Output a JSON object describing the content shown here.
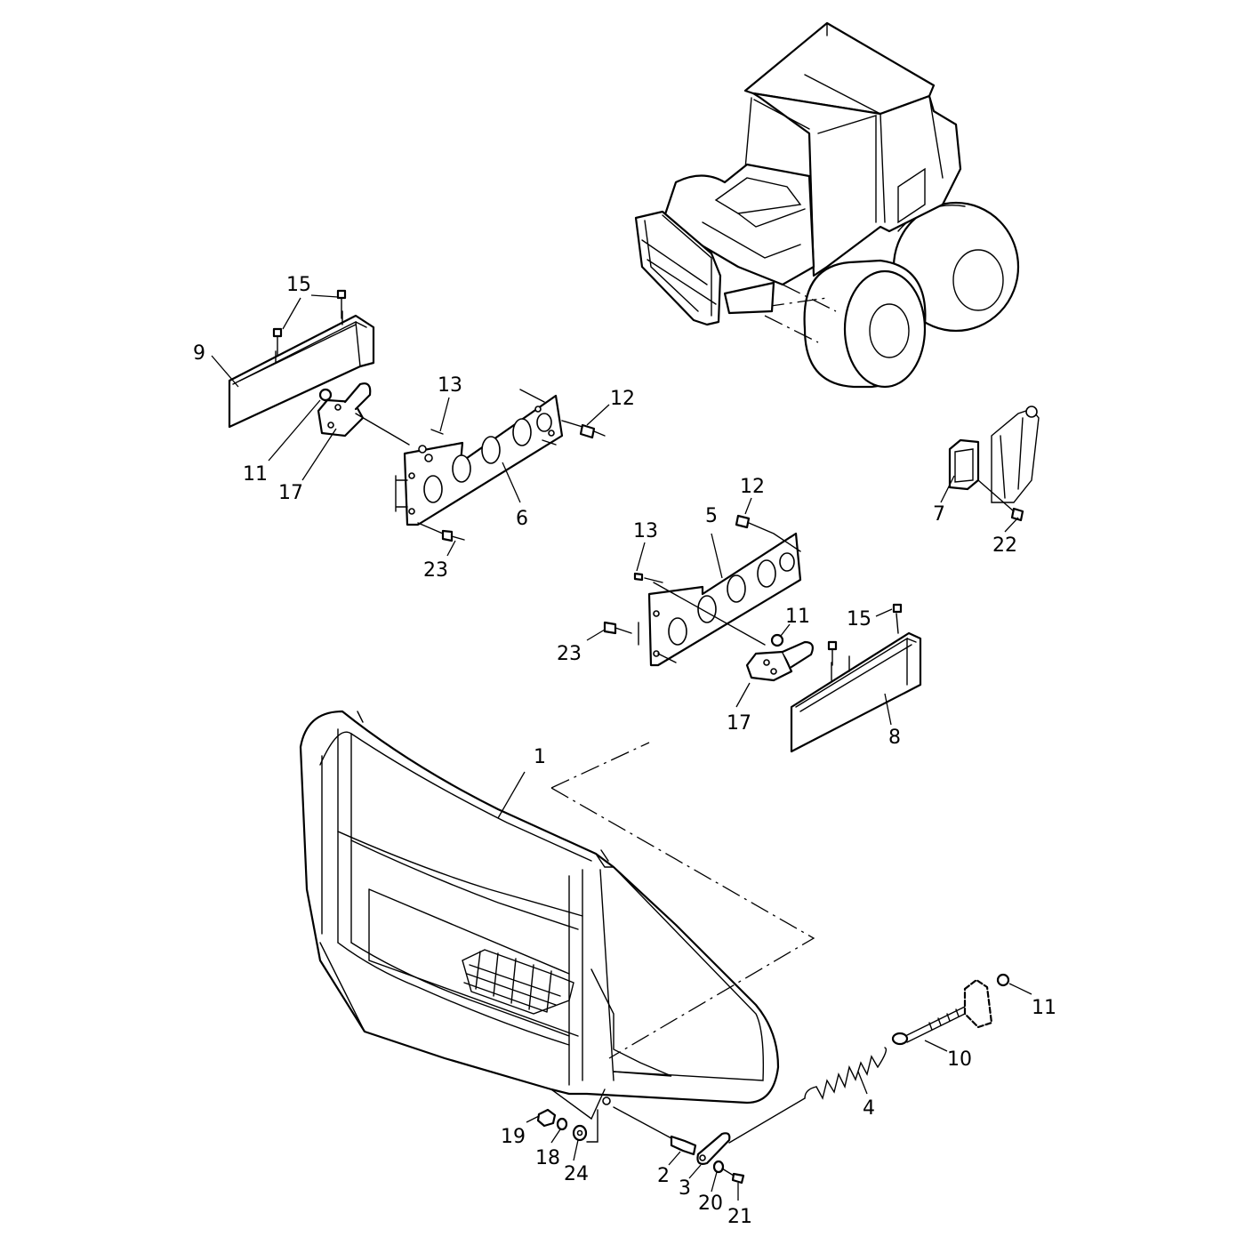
{
  "callouts": [
    {
      "id": "c1",
      "text": "1"
    },
    {
      "id": "c2",
      "text": "2"
    },
    {
      "id": "c3",
      "text": "3"
    },
    {
      "id": "c4",
      "text": "4"
    },
    {
      "id": "c5",
      "text": "5"
    },
    {
      "id": "c6",
      "text": "6"
    },
    {
      "id": "c7",
      "text": "7"
    },
    {
      "id": "c8",
      "text": "8"
    },
    {
      "id": "c9",
      "text": "9"
    },
    {
      "id": "c10",
      "text": "10"
    },
    {
      "id": "c11a",
      "text": "11"
    },
    {
      "id": "c11b",
      "text": "11"
    },
    {
      "id": "c11c",
      "text": "11"
    },
    {
      "id": "c12a",
      "text": "12"
    },
    {
      "id": "c12b",
      "text": "12"
    },
    {
      "id": "c13a",
      "text": "13"
    },
    {
      "id": "c13b",
      "text": "13"
    },
    {
      "id": "c15a",
      "text": "15"
    },
    {
      "id": "c15b",
      "text": "15"
    },
    {
      "id": "c17a",
      "text": "17"
    },
    {
      "id": "c17b",
      "text": "17"
    },
    {
      "id": "c18",
      "text": "18"
    },
    {
      "id": "c19",
      "text": "19"
    },
    {
      "id": "c20",
      "text": "20"
    },
    {
      "id": "c21",
      "text": "21"
    },
    {
      "id": "c22",
      "text": "22"
    },
    {
      "id": "c23a",
      "text": "23"
    },
    {
      "id": "c23b",
      "text": "23"
    },
    {
      "id": "c24",
      "text": "24"
    }
  ]
}
